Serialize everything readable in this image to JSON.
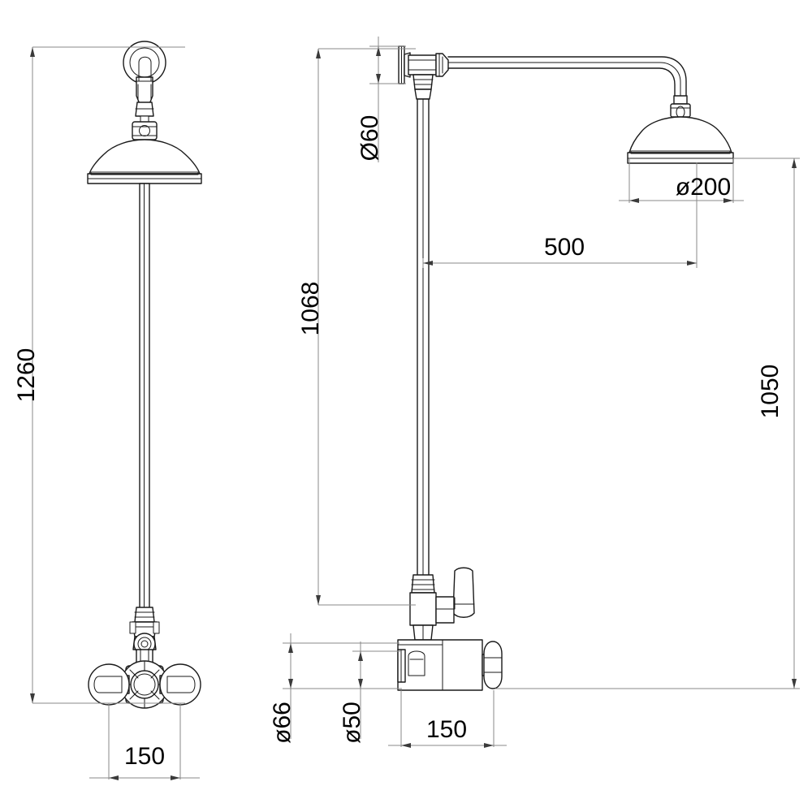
{
  "drawing": {
    "type": "technical-dimension-drawing",
    "subject": "Exposed thermostatic shower valve with rigid riser and fixed shower head",
    "views": [
      {
        "name": "front-elevation",
        "position": "left"
      },
      {
        "name": "side-elevation",
        "position": "right"
      }
    ],
    "units": "mm",
    "line_color": "#000000",
    "dim_line_color": "#808080",
    "background": "#ffffff"
  },
  "dimensions": {
    "overall_height_front": "1260",
    "handle_spread_front": "150",
    "wall_flange_dia": "Ø60",
    "riser_to_arm_height": "1068",
    "arm_projection": "500",
    "shower_head_dia": "ø200",
    "head_to_floor_height": "1050",
    "valve_body_dia": "ø66",
    "valve_inlet_dia": "ø50",
    "valve_width_side": "150"
  },
  "labels": [
    {
      "name": "dim-1260",
      "text": "1260",
      "orient": "vertical"
    },
    {
      "name": "dim-150-front",
      "text": "150",
      "orient": "horizontal"
    },
    {
      "name": "dim-dia60",
      "text": "Ø60",
      "orient": "vertical"
    },
    {
      "name": "dim-1068",
      "text": "1068",
      "orient": "vertical"
    },
    {
      "name": "dim-500",
      "text": "500",
      "orient": "horizontal"
    },
    {
      "name": "dim-dia200",
      "text": "ø200",
      "orient": "horizontal"
    },
    {
      "name": "dim-1050",
      "text": "1050",
      "orient": "vertical"
    },
    {
      "name": "dim-dia66",
      "text": "ø66",
      "orient": "vertical"
    },
    {
      "name": "dim-dia50",
      "text": "ø50",
      "orient": "vertical"
    },
    {
      "name": "dim-150-side",
      "text": "150",
      "orient": "horizontal"
    }
  ]
}
